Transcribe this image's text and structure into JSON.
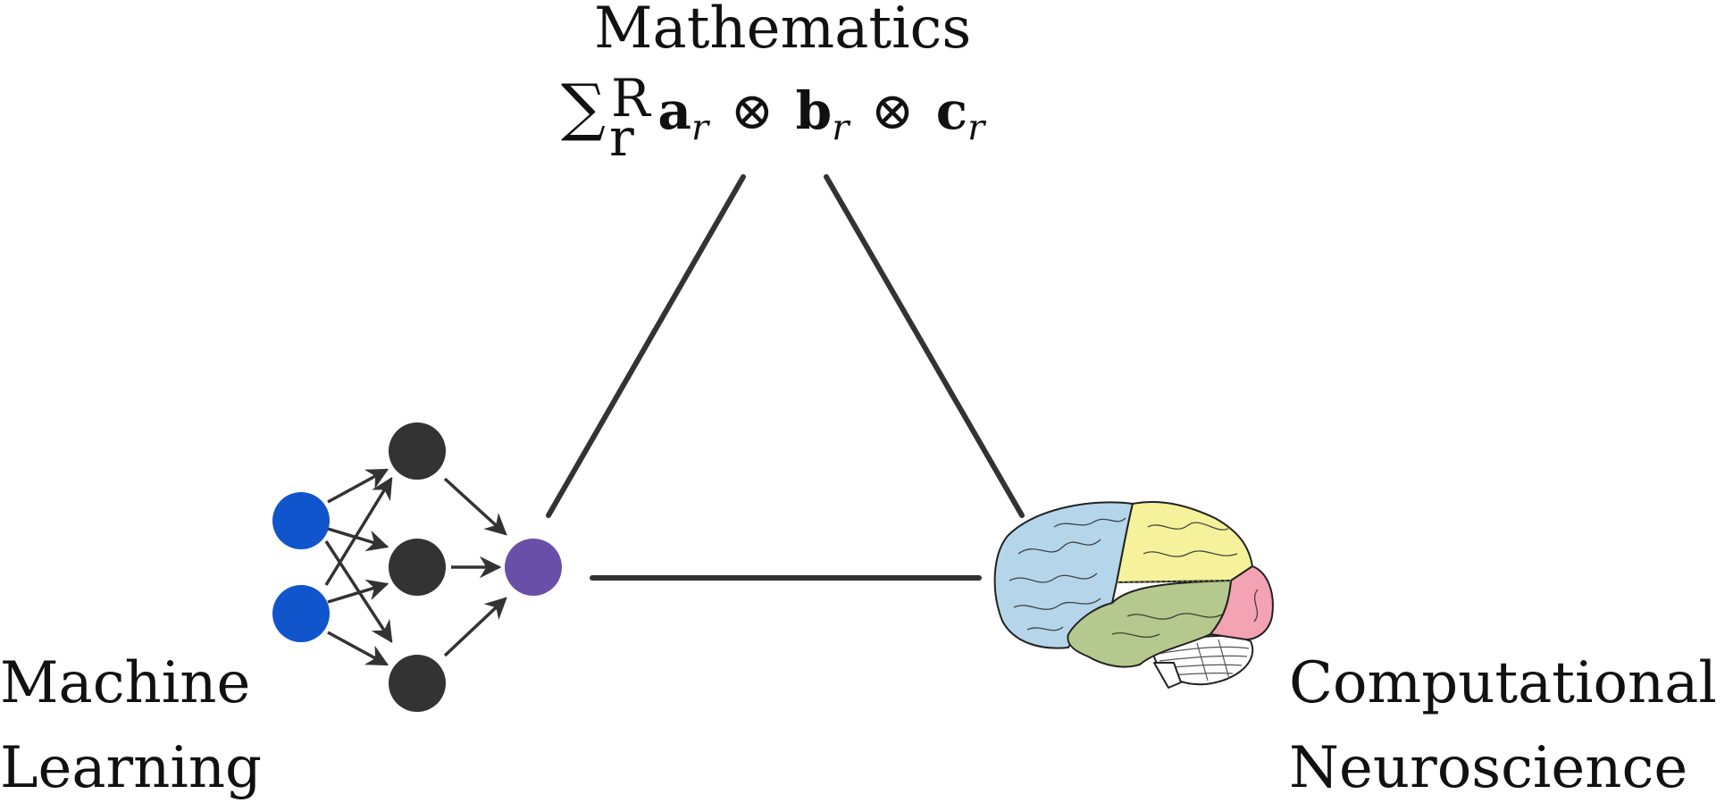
{
  "labels": {
    "top": "Mathematics",
    "left": [
      "Machine",
      "Learning"
    ],
    "right": [
      "Computational",
      "Neuroscience"
    ]
  },
  "formula": {
    "sum_symbol": "∑",
    "sum_sub": "r",
    "sum_sup": "R",
    "terms": [
      {
        "base": "a",
        "sub": "r"
      },
      {
        "base": "b",
        "sub": "r"
      },
      {
        "base": "c",
        "sub": "r"
      }
    ],
    "operator": "⊗"
  },
  "colors": {
    "edge": "#333333",
    "input_node": "#1155cc",
    "hidden_node": "#333333",
    "output_node": "#6a4fa8",
    "brain_frontal": "#b5d6ea",
    "brain_parietal": "#f6f29b",
    "brain_temporal": "#b5c98e",
    "brain_occipital": "#f3a3b3"
  }
}
